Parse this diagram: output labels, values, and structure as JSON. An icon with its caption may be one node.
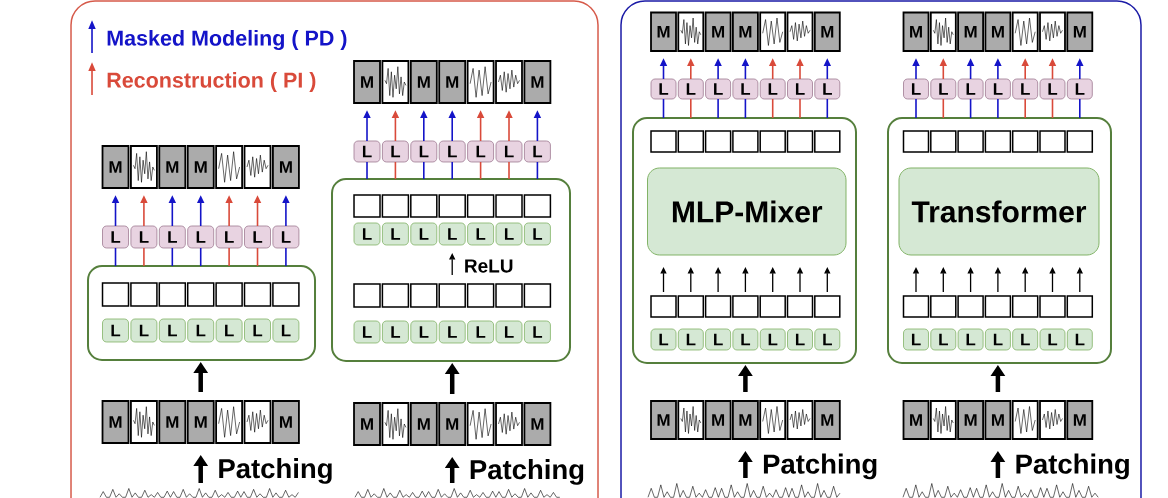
{
  "diagram": {
    "nodes": [
      {
        "text": [],
        "shape": "box"
      },
      {
        "text": [
          "M"
        ],
        "in": 0
      },
      {
        "text": [],
        "shape": "box",
        "in": 0
      },
      {
        "text": [
          "M"
        ],
        "in": 0
      },
      {
        "text": [
          "M"
        ],
        "in": 0
      },
      {
        "text": [],
        "shape": "box",
        "in": 0
      },
      {
        "text": [],
        "shape": "box",
        "in": 0
      },
      {
        "text": [
          "M"
        ],
        "in": 0
      },
      {
        "text": [
          "L"
        ],
        "in": 0
      },
      {
        "text": [
          "L"
        ],
        "in": 0
      },
      {
        "text": [
          "L"
        ],
        "in": 0
      },
      {
        "text": [
          "L"
        ],
        "in": 0
      },
      {
        "text": [
          "L"
        ],
        "in": 0
      },
      {
        "text": [
          "L"
        ],
        "in": 0
      },
      {
        "text": [
          "L"
        ],
        "in": 0
      },
      {
        "text": [],
        "shape": "box",
        "in": 0
      },
      {
        "text": [],
        "shape": "box",
        "in": 15
      },
      {
        "text": [],
        "shape": "box",
        "in": 15
      },
      {
        "text": [],
        "shape": "box",
        "in": 15
      },
      {
        "text": [],
        "shape": "box",
        "in": 15
      },
      {
        "text": [],
        "shape": "box",
        "in": 15
      },
      {
        "text": [],
        "shape": "box",
        "in": 15
      },
      {
        "text": [],
        "shape": "box",
        "in": 15
      },
      {
        "text": [
          "L"
        ],
        "in": 15
      },
      {
        "text": [
          "L"
        ],
        "in": 15
      },
      {
        "text": [
          "L"
        ],
        "in": 15
      },
      {
        "text": [
          "L"
        ],
        "in": 15
      },
      {
        "text": [
          "L"
        ],
        "in": 15
      },
      {
        "text": [
          "L"
        ],
        "in": 15
      },
      {
        "text": [
          "L"
        ],
        "in": 15
      },
      {
        "text": [
          "M"
        ],
        "in": 0
      },
      {
        "text": [],
        "shape": "box",
        "in": 0
      },
      {
        "text": [
          "M"
        ],
        "in": 0
      },
      {
        "text": [
          "M"
        ],
        "in": 0
      },
      {
        "text": [],
        "shape": "box",
        "in": 0
      },
      {
        "text": [],
        "shape": "box",
        "in": 0
      },
      {
        "text": [
          "M"
        ],
        "in": 0
      },
      {
        "text": [],
        "shape": "picture",
        "in": 0
      },
      {
        "text": [
          "M"
        ],
        "in": 0
      },
      {
        "text": [],
        "shape": "box",
        "in": 0
      },
      {
        "text": [
          "M"
        ],
        "in": 0
      },
      {
        "text": [
          "M"
        ],
        "in": 0
      },
      {
        "text": [],
        "shape": "box",
        "in": 0
      },
      {
        "text": [],
        "shape": "box",
        "in": 0
      },
      {
        "text": [
          "M"
        ],
        "in": 0
      },
      {
        "text": [
          "L"
        ],
        "in": 0
      },
      {
        "text": [
          "L"
        ],
        "in": 0
      },
      {
        "text": [
          "L"
        ],
        "in": 0
      },
      {
        "text": [
          "L"
        ],
        "in": 0
      },
      {
        "text": [
          "L"
        ],
        "in": 0
      },
      {
        "text": [
          "L"
        ],
        "in": 0
      },
      {
        "text": [
          "L"
        ],
        "in": 0
      },
      {
        "text": [],
        "shape": "box",
        "in": 0
      },
      {
        "text": [],
        "shape": "box",
        "in": 52
      },
      {
        "text": [],
        "shape": "box",
        "in": 52
      },
      {
        "text": [],
        "shape": "box",
        "in": 52
      },
      {
        "text": [],
        "shape": "box",
        "in": 52
      },
      {
        "text": [],
        "shape": "box",
        "in": 52
      },
      {
        "text": [],
        "shape": "box",
        "in": 52
      },
      {
        "text": [],
        "shape": "box",
        "in": 52
      },
      {
        "text": [
          "L"
        ],
        "in": 52
      },
      {
        "text": [
          "L"
        ],
        "in": 52
      },
      {
        "text": [
          "L"
        ],
        "in": 52
      },
      {
        "text": [
          "L"
        ],
        "in": 52
      },
      {
        "text": [
          "L"
        ],
        "in": 52
      },
      {
        "text": [
          "L"
        ],
        "in": 52
      },
      {
        "text": [
          "L"
        ],
        "in": 52
      },
      {
        "text": [],
        "shape": "box",
        "in": 52
      },
      {
        "text": [],
        "shape": "box",
        "in": 52
      },
      {
        "text": [],
        "shape": "box",
        "in": 52
      },
      {
        "text": [],
        "shape": "box",
        "in": 52
      },
      {
        "text": [],
        "shape": "box",
        "in": 52
      },
      {
        "text": [],
        "shape": "box",
        "in": 52
      },
      {
        "text": [],
        "shape": "box",
        "in": 52
      },
      {
        "text": [
          "L"
        ],
        "in": 52
      },
      {
        "text": [
          "L"
        ],
        "in": 52
      },
      {
        "text": [
          "L"
        ],
        "in": 52
      },
      {
        "text": [
          "L"
        ],
        "in": 52
      },
      {
        "text": [
          "L"
        ],
        "in": 52
      },
      {
        "text": [
          "L"
        ],
        "in": 52
      },
      {
        "text": [
          "L"
        ],
        "in": 52
      },
      {
        "text": [
          "M"
        ],
        "in": 0
      },
      {
        "text": [],
        "shape": "box",
        "in": 0
      },
      {
        "text": [
          "M"
        ],
        "in": 0
      },
      {
        "text": [
          "M"
        ],
        "in": 0
      },
      {
        "text": [],
        "shape": "box",
        "in": 0
      },
      {
        "text": [],
        "shape": "box",
        "in": 0
      },
      {
        "text": [
          "M"
        ],
        "in": 0
      },
      {
        "text": [],
        "shape": "picture",
        "in": 0
      },
      {
        "text": [],
        "shape": "box"
      },
      {
        "text": [
          "M"
        ],
        "in": 89
      },
      {
        "text": [],
        "shape": "box",
        "in": 89
      },
      {
        "text": [
          "M"
        ],
        "in": 89
      },
      {
        "text": [
          "M"
        ],
        "in": 89
      },
      {
        "text": [],
        "shape": "box",
        "in": 89
      },
      {
        "text": [],
        "shape": "box",
        "in": 89
      },
      {
        "text": [
          "M"
        ],
        "in": 89
      },
      {
        "text": [
          "L"
        ],
        "in": 89
      },
      {
        "text": [
          "L"
        ],
        "in": 89
      },
      {
        "text": [
          "L"
        ],
        "in": 89
      },
      {
        "text": [
          "L"
        ],
        "in": 89
      },
      {
        "text": [
          "L"
        ],
        "in": 89
      },
      {
        "text": [
          "L"
        ],
        "in": 89
      },
      {
        "text": [
          "L"
        ],
        "in": 89
      },
      {
        "text": [],
        "shape": "box",
        "in": 89
      },
      {
        "text": [],
        "shape": "box",
        "in": 104
      },
      {
        "text": [],
        "shape": "box",
        "in": 104
      },
      {
        "text": [],
        "shape": "box",
        "in": 104
      },
      {
        "text": [],
        "shape": "box",
        "in": 104
      },
      {
        "text": [],
        "shape": "box",
        "in": 104
      },
      {
        "text": [],
        "shape": "box",
        "in": 104
      },
      {
        "text": [],
        "shape": "box",
        "in": 104
      },
      {
        "text": [
          "MLP-Mixer"
        ],
        "in": 104
      },
      {
        "text": [],
        "shape": "box",
        "in": 104
      },
      {
        "text": [],
        "shape": "box",
        "in": 104
      },
      {
        "text": [],
        "shape": "box",
        "in": 104
      },
      {
        "text": [],
        "shape": "box",
        "in": 104
      },
      {
        "text": [],
        "shape": "box",
        "in": 104
      },
      {
        "text": [],
        "shape": "box",
        "in": 104
      },
      {
        "text": [],
        "shape": "box",
        "in": 104
      },
      {
        "text": [
          "L"
        ],
        "in": 104
      },
      {
        "text": [
          "L"
        ],
        "in": 104
      },
      {
        "text": [
          "L"
        ],
        "in": 104
      },
      {
        "text": [
          "L"
        ],
        "in": 104
      },
      {
        "text": [
          "L"
        ],
        "in": 104
      },
      {
        "text": [
          "L"
        ],
        "in": 104
      },
      {
        "text": [
          "L"
        ],
        "in": 104
      },
      {
        "text": [
          "M"
        ],
        "in": 89
      },
      {
        "text": [],
        "shape": "box",
        "in": 89
      },
      {
        "text": [
          "M"
        ],
        "in": 89
      },
      {
        "text": [
          "M"
        ],
        "in": 89
      },
      {
        "text": [],
        "shape": "box",
        "in": 89
      },
      {
        "text": [],
        "shape": "box",
        "in": 89
      },
      {
        "text": [
          "M"
        ],
        "in": 89
      },
      {
        "text": [],
        "shape": "picture",
        "in": 89
      },
      {
        "text": [
          "M"
        ],
        "in": 89
      },
      {
        "text": [],
        "shape": "box",
        "in": 89
      },
      {
        "text": [
          "M"
        ],
        "in": 89
      },
      {
        "text": [
          "M"
        ],
        "in": 89
      },
      {
        "text": [],
        "shape": "box",
        "in": 89
      },
      {
        "text": [],
        "shape": "box",
        "in": 89
      },
      {
        "text": [
          "M"
        ],
        "in": 89
      },
      {
        "text": [
          "L"
        ],
        "in": 89
      },
      {
        "text": [
          "L"
        ],
        "in": 89
      },
      {
        "text": [
          "L"
        ],
        "in": 89
      },
      {
        "text": [
          "L"
        ],
        "in": 89
      },
      {
        "text": [
          "L"
        ],
        "in": 89
      },
      {
        "text": [
          "L"
        ],
        "in": 89
      },
      {
        "text": [
          "L"
        ],
        "in": 89
      },
      {
        "text": [],
        "shape": "box",
        "in": 89
      },
      {
        "text": [],
        "shape": "box",
        "in": 149
      },
      {
        "text": [],
        "shape": "box",
        "in": 149
      },
      {
        "text": [],
        "shape": "box",
        "in": 149
      },
      {
        "text": [],
        "shape": "box",
        "in": 149
      },
      {
        "text": [],
        "shape": "box",
        "in": 149
      },
      {
        "text": [],
        "shape": "box",
        "in": 149
      },
      {
        "text": [],
        "shape": "box",
        "in": 149
      },
      {
        "text": [
          "Transformer"
        ],
        "in": 149
      },
      {
        "text": [],
        "shape": "box",
        "in": 149
      },
      {
        "text": [],
        "shape": "box",
        "in": 149
      },
      {
        "text": [],
        "shape": "box",
        "in": 149
      },
      {
        "text": [],
        "shape": "box",
        "in": 149
      },
      {
        "text": [],
        "shape": "box",
        "in": 149
      },
      {
        "text": [],
        "shape": "box",
        "in": 149
      },
      {
        "text": [],
        "shape": "box",
        "in": 149
      },
      {
        "text": [
          "L"
        ],
        "in": 149
      },
      {
        "text": [
          "L"
        ],
        "in": 149
      },
      {
        "text": [
          "L"
        ],
        "in": 149
      },
      {
        "text": [
          "L"
        ],
        "in": 149
      },
      {
        "text": [
          "L"
        ],
        "in": 149
      },
      {
        "text": [
          "L"
        ],
        "in": 149
      },
      {
        "text": [
          "L"
        ],
        "in": 149
      },
      {
        "text": [
          "M"
        ],
        "in": 89
      },
      {
        "text": [],
        "shape": "box",
        "in": 89
      },
      {
        "text": [
          "M"
        ],
        "in": 89
      },
      {
        "text": [
          "M"
        ],
        "in": 89
      },
      {
        "text": [],
        "shape": "box",
        "in": 89
      },
      {
        "text": [],
        "shape": "box",
        "in": 89
      },
      {
        "text": [
          "M"
        ],
        "in": 89
      },
      {
        "text": [],
        "shape": "picture",
        "in": 89
      }
    ],
    "edges": [
      {
        "from": 15,
        "to": 8,
        "arrow": "none",
        "color": "#1414c8"
      },
      {
        "from": 8,
        "to": 1,
        "arrow": "to",
        "color": "#1414c8"
      },
      {
        "from": 15,
        "to": 9,
        "arrow": "none",
        "color": "#d94a3a"
      },
      {
        "from": 9,
        "to": 2,
        "arrow": "to",
        "color": "#d94a3a"
      },
      {
        "from": 15,
        "to": 10,
        "arrow": "none",
        "color": "#1414c8"
      },
      {
        "from": 10,
        "to": 3,
        "arrow": "to",
        "color": "#1414c8"
      },
      {
        "from": 15,
        "to": 11,
        "arrow": "none",
        "color": "#1414c8"
      },
      {
        "from": 11,
        "to": 4,
        "arrow": "to",
        "color": "#1414c8"
      },
      {
        "from": 15,
        "to": 12,
        "arrow": "none",
        "color": "#d94a3a"
      },
      {
        "from": 12,
        "to": 5,
        "arrow": "to",
        "color": "#d94a3a"
      },
      {
        "from": 15,
        "to": 13,
        "arrow": "none",
        "color": "#d94a3a"
      },
      {
        "from": 13,
        "to": 6,
        "arrow": "to",
        "color": "#d94a3a"
      },
      {
        "from": 15,
        "to": 14,
        "arrow": "none",
        "color": "#1414c8"
      },
      {
        "from": 14,
        "to": 7,
        "arrow": "to",
        "color": "#1414c8"
      },
      {
        "from": 33,
        "to": 15,
        "arrow": "to",
        "style": "thick",
        "color": "#000000"
      },
      {
        "from": 37,
        "to": 33,
        "arrow": "to",
        "style": "thick",
        "color": "#000000",
        "label": "Patching"
      },
      {
        "from": 52,
        "to": 45,
        "arrow": "none",
        "color": "#1414c8"
      },
      {
        "from": 45,
        "to": 38,
        "arrow": "to",
        "color": "#1414c8"
      },
      {
        "from": 52,
        "to": 46,
        "arrow": "none",
        "color": "#d94a3a"
      },
      {
        "from": 46,
        "to": 39,
        "arrow": "to",
        "color": "#d94a3a"
      },
      {
        "from": 52,
        "to": 47,
        "arrow": "none",
        "color": "#1414c8"
      },
      {
        "from": 47,
        "to": 40,
        "arrow": "to",
        "color": "#1414c8"
      },
      {
        "from": 52,
        "to": 48,
        "arrow": "none",
        "color": "#1414c8"
      },
      {
        "from": 48,
        "to": 41,
        "arrow": "to",
        "color": "#1414c8"
      },
      {
        "from": 52,
        "to": 49,
        "arrow": "none",
        "color": "#d94a3a"
      },
      {
        "from": 49,
        "to": 42,
        "arrow": "to",
        "color": "#d94a3a"
      },
      {
        "from": 52,
        "to": 50,
        "arrow": "none",
        "color": "#d94a3a"
      },
      {
        "from": 50,
        "to": 43,
        "arrow": "to",
        "color": "#d94a3a"
      },
      {
        "from": 52,
        "to": 51,
        "arrow": "none",
        "color": "#1414c8"
      },
      {
        "from": 51,
        "to": 44,
        "arrow": "to",
        "color": "#1414c8"
      },
      {
        "from": 70,
        "to": 63,
        "arrow": "to",
        "color": "#000000",
        "label": "ReLU"
      },
      {
        "from": 84,
        "to": 52,
        "arrow": "to",
        "style": "thick",
        "color": "#000000"
      },
      {
        "from": 88,
        "to": 84,
        "arrow": "to",
        "style": "thick",
        "color": "#000000",
        "label": "Patching"
      },
      {
        "from": 104,
        "to": 97,
        "arrow": "none",
        "color": "#1414c8"
      },
      {
        "from": 97,
        "to": 90,
        "arrow": "to",
        "color": "#1414c8"
      },
      {
        "from": 104,
        "to": 98,
        "arrow": "none",
        "color": "#d94a3a"
      },
      {
        "from": 98,
        "to": 91,
        "arrow": "to",
        "color": "#d94a3a"
      },
      {
        "from": 104,
        "to": 99,
        "arrow": "none",
        "color": "#1414c8"
      },
      {
        "from": 99,
        "to": 92,
        "arrow": "to",
        "color": "#1414c8"
      },
      {
        "from": 104,
        "to": 100,
        "arrow": "none",
        "color": "#1414c8"
      },
      {
        "from": 100,
        "to": 93,
        "arrow": "to",
        "color": "#1414c8"
      },
      {
        "from": 104,
        "to": 101,
        "arrow": "none",
        "color": "#d94a3a"
      },
      {
        "from": 101,
        "to": 94,
        "arrow": "to",
        "color": "#d94a3a"
      },
      {
        "from": 104,
        "to": 102,
        "arrow": "none",
        "color": "#d94a3a"
      },
      {
        "from": 102,
        "to": 95,
        "arrow": "to",
        "color": "#d94a3a"
      },
      {
        "from": 104,
        "to": 103,
        "arrow": "none",
        "color": "#1414c8"
      },
      {
        "from": 103,
        "to": 96,
        "arrow": "to",
        "color": "#1414c8"
      },
      {
        "from": 113,
        "to": 112,
        "arrow": "to",
        "color": "#000000"
      },
      {
        "from": 114,
        "to": 112,
        "arrow": "to",
        "color": "#000000"
      },
      {
        "from": 115,
        "to": 112,
        "arrow": "to",
        "color": "#000000"
      },
      {
        "from": 116,
        "to": 112,
        "arrow": "to",
        "color": "#000000"
      },
      {
        "from": 117,
        "to": 112,
        "arrow": "to",
        "color": "#000000"
      },
      {
        "from": 118,
        "to": 112,
        "arrow": "to",
        "color": "#000000"
      },
      {
        "from": 119,
        "to": 112,
        "arrow": "to",
        "color": "#000000"
      },
      {
        "from": 130,
        "to": 104,
        "arrow": "to",
        "style": "thick",
        "color": "#000000"
      },
      {
        "from": 134,
        "to": 130,
        "arrow": "to",
        "style": "thick",
        "color": "#000000",
        "label": "Patching"
      },
      {
        "from": 149,
        "to": 142,
        "arrow": "none",
        "color": "#1414c8"
      },
      {
        "from": 142,
        "to": 135,
        "arrow": "to",
        "color": "#1414c8"
      },
      {
        "from": 149,
        "to": 143,
        "arrow": "none",
        "color": "#d94a3a"
      },
      {
        "from": 143,
        "to": 136,
        "arrow": "to",
        "color": "#d94a3a"
      },
      {
        "from": 149,
        "to": 144,
        "arrow": "none",
        "color": "#1414c8"
      },
      {
        "from": 144,
        "to": 137,
        "arrow": "to",
        "color": "#1414c8"
      },
      {
        "from": 149,
        "to": 145,
        "arrow": "none",
        "color": "#1414c8"
      },
      {
        "from": 145,
        "to": 138,
        "arrow": "to",
        "color": "#1414c8"
      },
      {
        "from": 149,
        "to": 146,
        "arrow": "none",
        "color": "#d94a3a"
      },
      {
        "from": 146,
        "to": 139,
        "arrow": "to",
        "color": "#d94a3a"
      },
      {
        "from": 149,
        "to": 147,
        "arrow": "none",
        "color": "#d94a3a"
      },
      {
        "from": 147,
        "to": 140,
        "arrow": "to",
        "color": "#d94a3a"
      },
      {
        "from": 149,
        "to": 148,
        "arrow": "none",
        "color": "#1414c8"
      },
      {
        "from": 148,
        "to": 141,
        "arrow": "to",
        "color": "#1414c8"
      },
      {
        "from": 158,
        "to": 157,
        "arrow": "to",
        "color": "#000000"
      },
      {
        "from": 159,
        "to": 157,
        "arrow": "to",
        "color": "#000000"
      },
      {
        "from": 160,
        "to": 157,
        "arrow": "to",
        "color": "#000000"
      },
      {
        "from": 161,
        "to": 157,
        "arrow": "to",
        "color": "#000000"
      },
      {
        "from": 162,
        "to": 157,
        "arrow": "to",
        "color": "#000000"
      },
      {
        "from": 163,
        "to": 157,
        "arrow": "to",
        "color": "#000000"
      },
      {
        "from": 164,
        "to": 157,
        "arrow": "to",
        "color": "#000000"
      },
      {
        "from": 175,
        "to": 149,
        "arrow": "to",
        "style": "thick",
        "color": "#000000"
      },
      {
        "from": 179,
        "to": 175,
        "arrow": "to",
        "style": "thick",
        "color": "#000000",
        "label": "Patching"
      }
    ],
    "legend": [
      {
        "text": "Masked Modeling ( PD )"
      },
      {
        "text": "Reconstruction ( PI )"
      }
    ]
  }
}
